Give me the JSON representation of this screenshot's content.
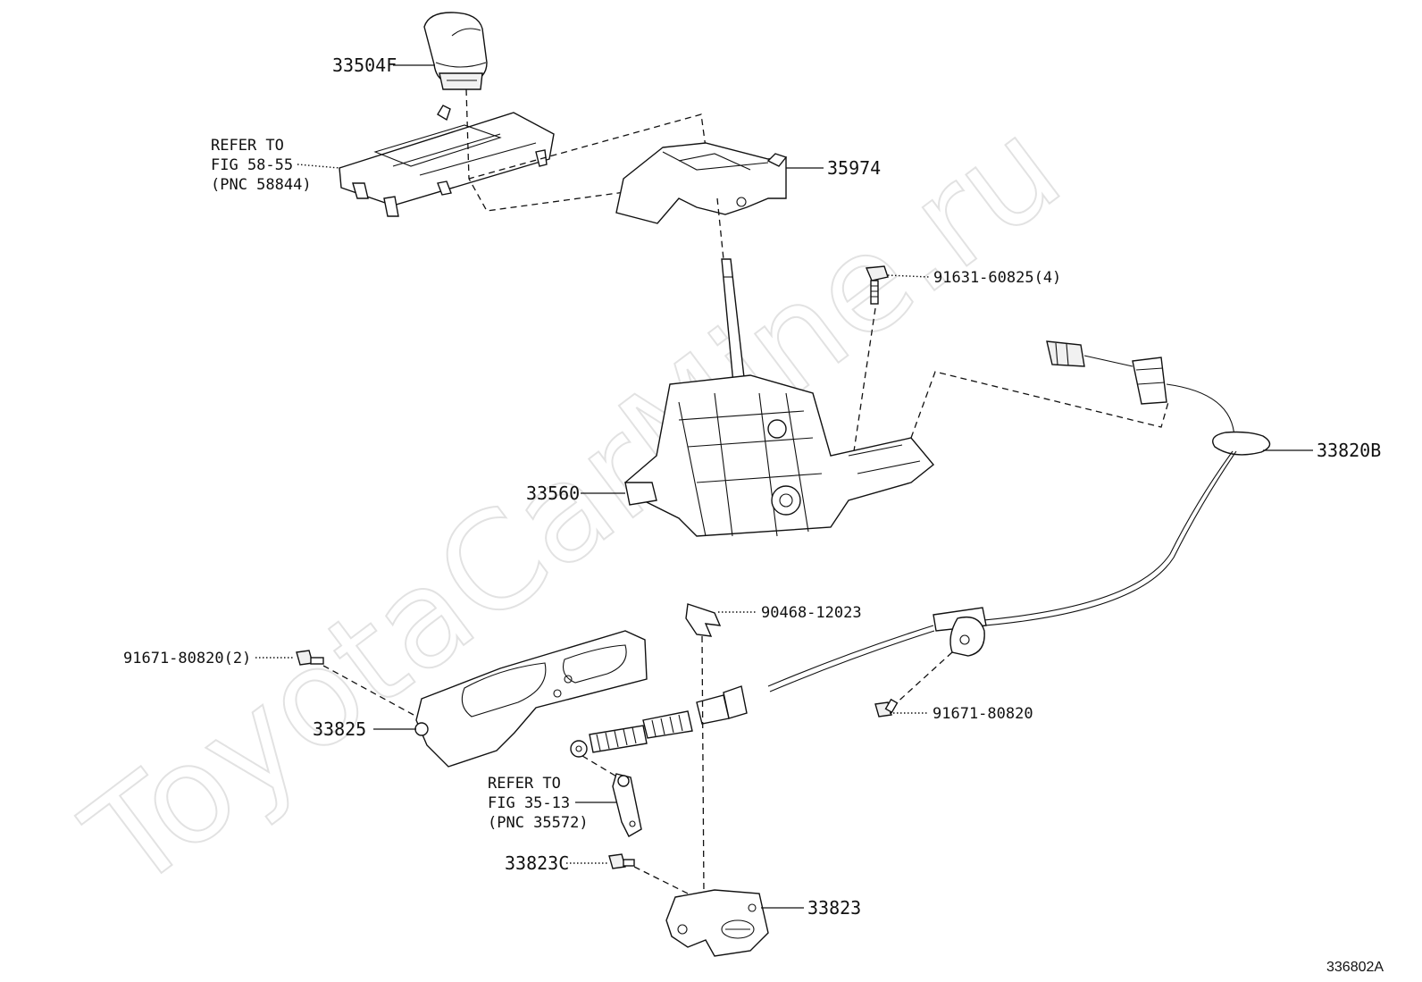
{
  "watermark": "ToyotaCarMine.ru",
  "diagram_code": "336802A",
  "callouts": {
    "shift_knob": "33504F",
    "refer_58_line1": "REFER TO",
    "refer_58_line2": "FIG 58-55",
    "refer_58_line3": "(PNC 58844)",
    "indicator_housing": "35974",
    "bolt_top": "91631-60825(4)",
    "shift_lever_assy": "33560",
    "control_cable": "33820B",
    "clip": "90468-12023",
    "bolt_left": "91671-80820(2)",
    "bracket_plate": "33825",
    "bolt_right": "91671-80820",
    "refer_35_line1": "REFER TO",
    "refer_35_line2": "FIG 35-13",
    "refer_35_line3": "(PNC 35572)",
    "bolt_bottom": "33823C",
    "cable_bracket": "33823"
  },
  "icons": {
    "bolt": "bolt-icon",
    "clip": "clip-icon"
  }
}
